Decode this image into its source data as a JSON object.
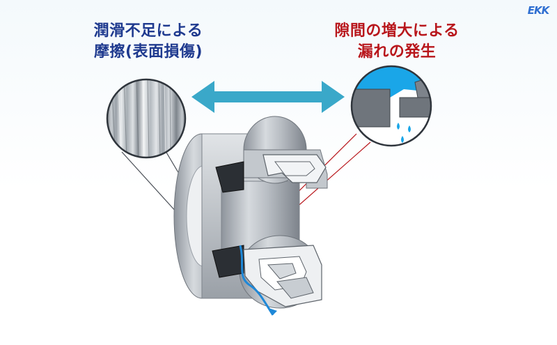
{
  "brand": {
    "logo_text": "EKK"
  },
  "labels": {
    "left_line1": "潤滑不足による",
    "left_line2": "摩擦(表面損傷)",
    "right_line1": "隙間の増大による",
    "right_line2": "漏れの発生"
  },
  "colors": {
    "left_label": "#1f3a8f",
    "right_label": "#b8161b",
    "arrow": "#3aa8c9",
    "water": "#1aa6e8",
    "leak_path": "#1e88d8"
  },
  "icons": {
    "double_arrow": "double-headed-arrow-icon",
    "droplets": "water-droplet-icon"
  }
}
